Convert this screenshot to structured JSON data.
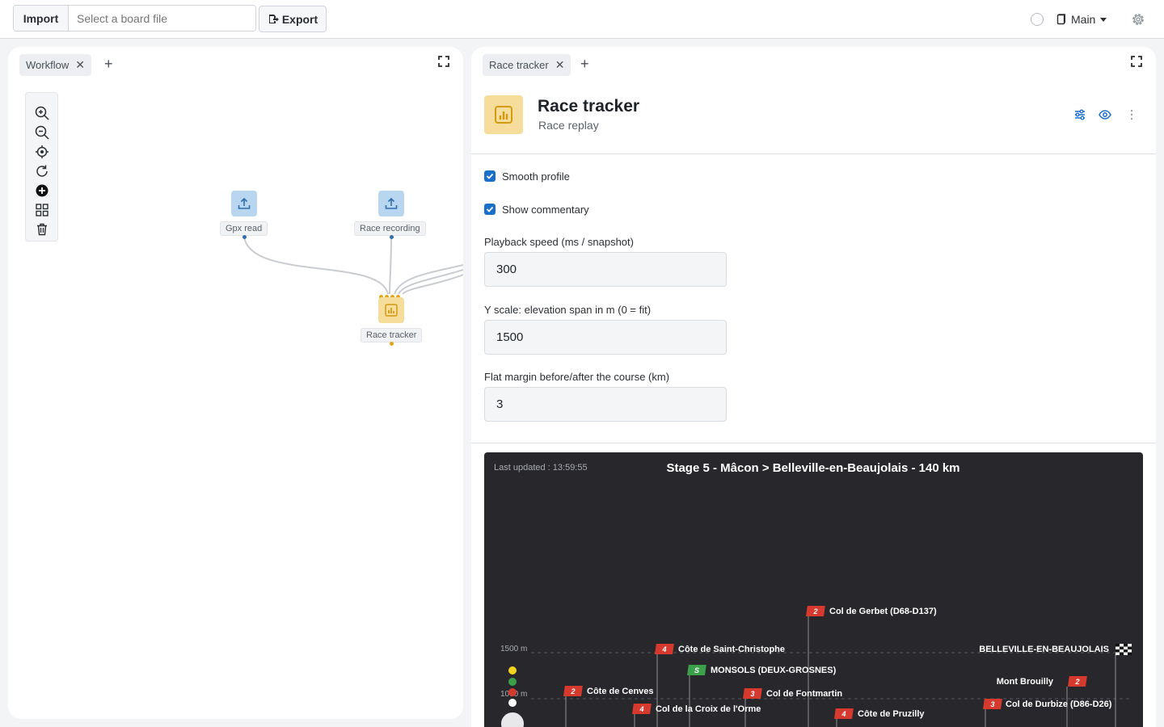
{
  "topbar": {
    "import_label": "Import",
    "file_placeholder": "Select a board file",
    "export_label": "Export",
    "branch_label": "Main"
  },
  "left_panel": {
    "tab_label": "Workflow",
    "nodes": {
      "gpx_read": "Gpx read",
      "race_recording": "Race recording",
      "race_tracker": "Race tracker"
    }
  },
  "right_panel": {
    "tab_label": "Race tracker",
    "title": "Race tracker",
    "subtitle": "Race replay",
    "options": {
      "smooth_profile": "Smooth profile",
      "show_commentary": "Show commentary"
    },
    "fields": {
      "playback_label": "Playback speed (ms / snapshot)",
      "playback_value": "300",
      "yscale_label": "Y scale: elevation span in m (0 = fit)",
      "yscale_value": "1500",
      "margin_label": "Flat margin before/after the course (km)",
      "margin_value": "3"
    }
  },
  "colors": {
    "accent": "#1a6fc9",
    "chart_bg": "#28282c",
    "climb_red": "#d63a2f",
    "sprint_green": "#3aa04a"
  },
  "chart_data": {
    "type": "line",
    "title": "Stage 5 - Mâcon > Belleville-en-Beaujolais - 140 km",
    "last_updated": "Last updated : 13:59:55",
    "ytick_labels": [
      "1500 m",
      "1000 m"
    ],
    "markers": [
      {
        "cat": "2",
        "name": "Col de Gerbet (D68-D137)",
        "kind": "climb"
      },
      {
        "cat": "4",
        "name": "Côte de Saint-Christophe",
        "kind": "climb"
      },
      {
        "cat": "S",
        "name": "MONSOLS (DEUX-GROSNES)",
        "kind": "sprint"
      },
      {
        "cat": "2",
        "name": "Côte de Cenves",
        "kind": "climb"
      },
      {
        "cat": "3",
        "name": "Col de Fontmartin",
        "kind": "climb"
      },
      {
        "cat": "4",
        "name": "Col de la Croix de l'Orme",
        "kind": "climb"
      },
      {
        "cat": "4",
        "name": "Côte de Pruzilly",
        "kind": "climb"
      },
      {
        "cat": "2",
        "name": "Mont Brouilly",
        "kind": "climb"
      },
      {
        "cat": "3",
        "name": "Col de Durbize (D86-D26)",
        "kind": "climb"
      },
      {
        "cat": "",
        "name": "BELLEVILLE-EN-BEAUJOLAIS",
        "kind": "finish"
      }
    ]
  }
}
